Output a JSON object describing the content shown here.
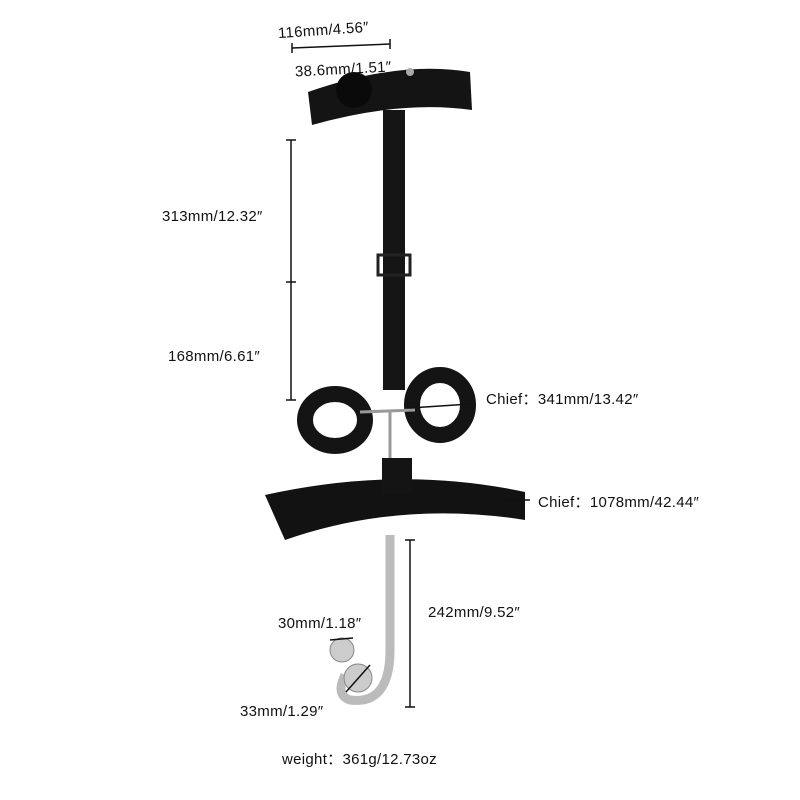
{
  "dimensions": {
    "collar_length": "116mm/4.56″",
    "ball_gag_diameter": "38.6mm/1.51″",
    "upper_strap_length": "313mm/12.32″",
    "lower_strap_length": "168mm/6.61″",
    "cuff_circumference": "Chief：341mm/13.42″",
    "belt_circumference": "Chief：1078mm/42.44″",
    "hook_length": "242mm/9.52″",
    "small_ball_diameter": "30mm/1.18″",
    "large_ball_diameter": "33mm/1.29″"
  },
  "weight": "weight：361g/12.73oz"
}
